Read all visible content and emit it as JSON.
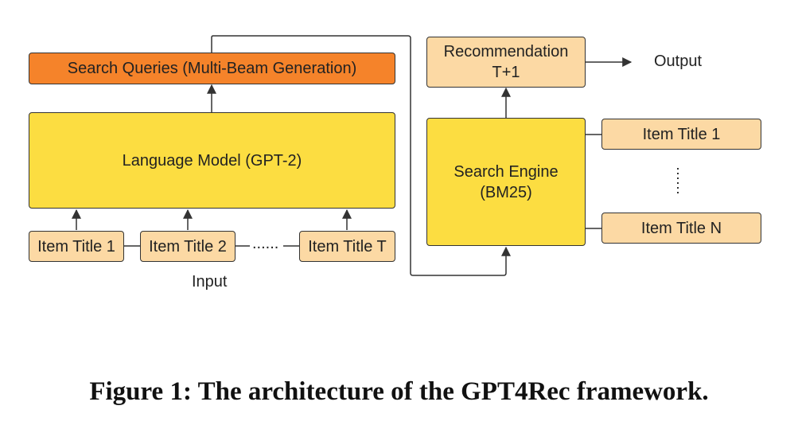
{
  "diagram": {
    "search_queries": "Search Queries (Multi-Beam Generation)",
    "language_model": "Language Model (GPT-2)",
    "input_items": [
      "Item Title 1",
      "Item Title 2",
      "Item Title T"
    ],
    "input_ellipsis": "......",
    "input_label": "Input",
    "recommendation_line1": "Recommendation",
    "recommendation_line2": "T+1",
    "output_label": "Output",
    "search_engine_line1": "Search Engine",
    "search_engine_line2": "(BM25)",
    "candidate_items": [
      "Item Title 1",
      "Item Title N"
    ]
  },
  "caption": "Figure 1: The architecture of the GPT4Rec framework."
}
